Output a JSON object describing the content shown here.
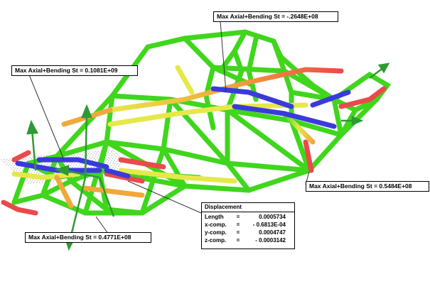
{
  "callouts": {
    "top": "Max Axial+Bending St = -.2648E+08",
    "left": "Max Axial+Bending St = 0.1081E+09",
    "right": "Max Axial+Bending St = 0.5484E+08",
    "bottom": "Max Axial+Bending St = 0.4771E+08"
  },
  "displacement": {
    "title": "Displacement",
    "rows": [
      {
        "label": "Length",
        "eq": "=",
        "value": "0.0005734"
      },
      {
        "label": "x-comp.",
        "eq": "=",
        "value": "- 0.6813E-04"
      },
      {
        "label": "y-comp.",
        "eq": "=",
        "value": "0.0004747"
      },
      {
        "label": "z-comp.",
        "eq": "=",
        "value": "- 0.0003142"
      }
    ]
  },
  "colors": {
    "frame_green": "#3fd61c",
    "stress_blue": "#3a3adc",
    "stress_red": "#ea4a4a",
    "stress_orange": "#f0a83a",
    "stress_yellow": "#e6e84a",
    "arrow_green": "#2e9a32"
  }
}
